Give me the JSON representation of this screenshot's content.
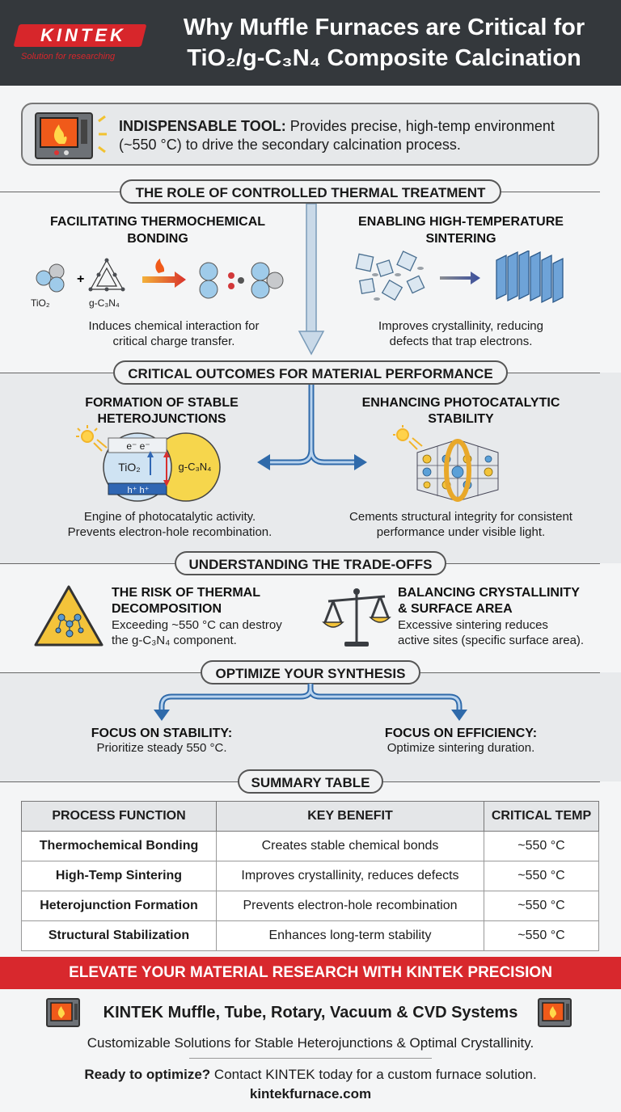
{
  "header": {
    "logo_text": "KINTEK",
    "logo_tagline": "Solution for researching",
    "title_line1": "Why Muffle Furnaces are Critical for",
    "title_line2": "TiO₂/g-C₃N₄ Composite Calcination"
  },
  "intro": {
    "bold": "INDISPENSABLE TOOL:",
    "text": "Provides precise, high-temp environment",
    "text2": "(~550 °C) to drive the secondary calcination process."
  },
  "role": {
    "heading": "THE ROLE OF CONTROLLED THERMAL TREATMENT",
    "left_title1": "FACILITATING THERMOCHEMICAL",
    "left_title2": "BONDING",
    "left_label_a": "TiO₂",
    "left_label_b": "g-C₃N₄",
    "left_desc1": "Induces chemical interaction for",
    "left_desc2": "critical charge transfer.",
    "right_title1": "ENABLING HIGH-TEMPERATURE",
    "right_title2": "SINTERING",
    "right_desc1": "Improves crystallinity, reducing",
    "right_desc2": "defects that trap electrons."
  },
  "outcomes": {
    "heading": "CRITICAL OUTCOMES FOR MATERIAL PERFORMANCE",
    "left_title1": "FORMATION OF STABLE",
    "left_title2": "HETEROJUNCTIONS",
    "diagram_e": "e⁻ e⁻",
    "diagram_h": "h⁺ h⁺",
    "diagram_tio2": "TiO₂",
    "diagram_gcn": "g-C₃N₄",
    "left_desc1": "Engine of photocatalytic activity.",
    "left_desc2": "Prevents electron-hole recombination.",
    "right_title1": "ENHANCING PHOTOCATALYTIC",
    "right_title2": "STABILITY",
    "right_desc1": "Cements structural integrity for consistent",
    "right_desc2": "performance under visible light."
  },
  "tradeoffs": {
    "heading": "UNDERSTANDING THE TRADE-OFFS",
    "left_title1": "THE RISK OF THERMAL",
    "left_title2": "DECOMPOSITION",
    "left_desc1": "Exceeding ~550 °C can destroy",
    "left_desc2": "the g-C₃N₄ component.",
    "right_title1": "BALANCING CRYSTALLINITY",
    "right_title2": "& SURFACE AREA",
    "right_desc1": "Excessive sintering reduces",
    "right_desc2": "active sites (specific surface area)."
  },
  "optimize": {
    "heading": "OPTIMIZE YOUR SYNTHESIS",
    "left_title": "FOCUS ON STABILITY:",
    "left_desc": "Prioritize steady 550 °C.",
    "right_title": "FOCUS ON EFFICIENCY:",
    "right_desc": "Optimize sintering duration."
  },
  "summary": {
    "heading": "SUMMARY TABLE",
    "columns": [
      "PROCESS FUNCTION",
      "KEY BENEFIT",
      "CRITICAL TEMP"
    ],
    "rows": [
      [
        "Thermochemical Bonding",
        "Creates stable chemical bonds",
        "~550 °C"
      ],
      [
        "High-Temp Sintering",
        "Improves crystallinity, reduces defects",
        "~550 °C"
      ],
      [
        "Heterojunction Formation",
        "Prevents electron-hole recombination",
        "~550 °C"
      ],
      [
        "Structural Stabilization",
        "Enhances long-term stability",
        "~550 °C"
      ]
    ]
  },
  "footer": {
    "banner": "ELEVATE YOUR MATERIAL RESEARCH WITH KINTEK PRECISION",
    "systems": "KINTEK Muffle, Tube, Rotary, Vacuum & CVD Systems",
    "tagline": "Customizable Solutions for Stable Heterojunctions & Optimal Crystallinity.",
    "cta_bold": "Ready to optimize?",
    "cta_text": "Contact KINTEK today for a custom furnace solution.",
    "url": "kintekfurnace.com"
  },
  "colors": {
    "header_bg": "#34383c",
    "brand_red": "#d7262b",
    "arrow_blue": "#3d7fc0",
    "tio2_blue": "#8fc3e8",
    "gcn_yellow": "#f4d34a"
  }
}
